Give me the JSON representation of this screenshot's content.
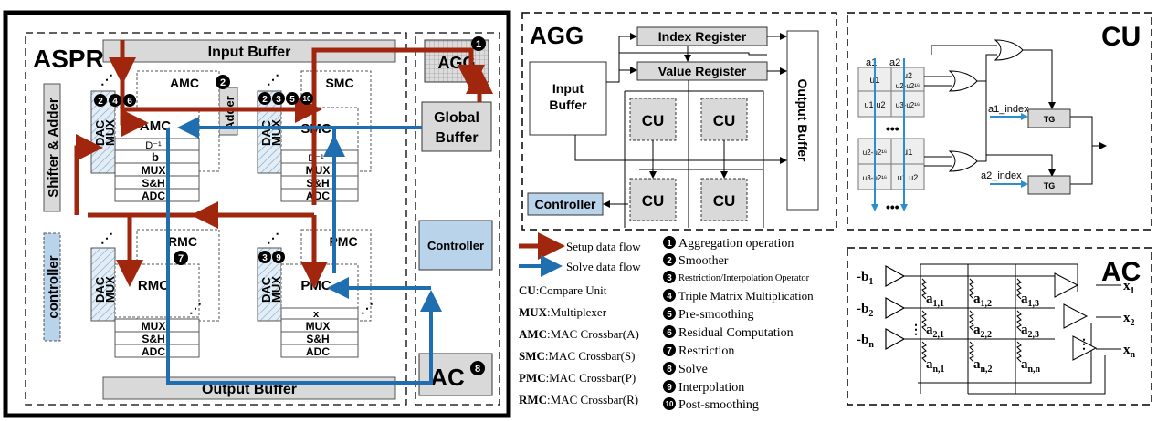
{
  "colors": {
    "setup": "#a0270d",
    "solve": "#1f6fb0",
    "gray_block": "#d9d9d9",
    "blue_block": "#b8d3ea"
  },
  "aspr": {
    "title": "ASPR",
    "input_buffer": "Input Buffer",
    "output_buffer": "Output Buffer",
    "agg": "AGG",
    "global_buffer_1": "Global",
    "global_buffer_2": "Buffer",
    "controller": "Controller",
    "ac": "AC",
    "shifter_adder": "Shifter & Adder",
    "controller_vertical": "controller",
    "adder": "Adder",
    "amc_back": "AMC",
    "amc": "AMC",
    "smc_back": "SMC",
    "smc": "SMC",
    "rmc_back": "RMC",
    "rmc": "RMC",
    "pmc_back": "PMC",
    "pmc": "PMC",
    "dac": "DAC",
    "mux_v": "MUX",
    "d_inv": "D⁻¹",
    "b": "b",
    "x": "x",
    "mux": "MUX",
    "sh": "S&H",
    "adc": "ADC",
    "dots": "⋰",
    "badges": {
      "agg": "1",
      "adder": "2",
      "amc": [
        "2",
        "4",
        "6"
      ],
      "smc": [
        "2",
        "3",
        "5",
        "10"
      ],
      "rmc": "7",
      "pmc": [
        "3",
        "9"
      ],
      "ac": "8"
    }
  },
  "agg": {
    "title": "AGG",
    "index_register": "Index Register",
    "value_register": "Value Register",
    "input_buffer_1": "Input",
    "input_buffer_2": "Buffer",
    "output_buffer": "Output Buffer",
    "cu": "CU",
    "controller": "Controller"
  },
  "cu": {
    "title": "CU",
    "a1": "a1",
    "a2": "a2",
    "u1": "u1",
    "u2": "u2",
    "u2_u2_16": "u2-u2¹⁶",
    "u1_u2": "u1-u2",
    "u3_u2_16": "u3-u2¹⁶",
    "u2_u2_16b": "u2-u2¹⁶",
    "u3_u2_16b": "u3-u2¹⁶",
    "u1_u2_b": "u1 u2",
    "a1_index": "a1_index",
    "a2_index": "a2_index",
    "tg": "TG",
    "dots": "•••"
  },
  "ac": {
    "title": "AC",
    "b1": "-b",
    "b2": "-b",
    "bn": "-b",
    "b1_sub": "1",
    "b2_sub": "2",
    "bn_sub": "n",
    "a11": "a",
    "a11_sub": "1,1",
    "a12": "a",
    "a12_sub": "1,2",
    "a13": "a",
    "a13_sub": "1,3",
    "a21": "a",
    "a21_sub": "2,1",
    "a22": "a",
    "a22_sub": "2,2",
    "a23": "a",
    "a23_sub": "2,3",
    "an1": "a",
    "an1_sub": "n,1",
    "an2": "a",
    "an2_sub": "n,2",
    "ann": "a",
    "ann_sub": "n,n",
    "x1": "x",
    "x1_sub": "1",
    "x2": "x",
    "x2_sub": "2",
    "xn": "x",
    "xn_sub": "n"
  },
  "legend": {
    "setup_flow": "Setup data flow",
    "solve_flow": "Solve data flow",
    "abbr": [
      {
        "key": "CU",
        "text": ":Compare Unit"
      },
      {
        "key": "MUX",
        "text": ":Multiplexer"
      },
      {
        "key": "AMC",
        "text": ":MAC Crossbar(A)"
      },
      {
        "key": "SMC",
        "text": ":MAC Crossbar(S)"
      },
      {
        "key": "PMC",
        "text": ":MAC Crossbar(P)"
      },
      {
        "key": "RMC",
        "text": ":MAC Crossbar(R)"
      }
    ],
    "ops": [
      {
        "num": "1",
        "text": "Aggregation operation"
      },
      {
        "num": "2",
        "text": "Smoother"
      },
      {
        "num": "3",
        "text": "Restriction/Interpolation Operator"
      },
      {
        "num": "4",
        "text": "Triple Matrix Multiplication"
      },
      {
        "num": "5",
        "text": "Pre-smoothing"
      },
      {
        "num": "6",
        "text": "Residual Computation"
      },
      {
        "num": "7",
        "text": "Restriction"
      },
      {
        "num": "8",
        "text": "Solve"
      },
      {
        "num": "9",
        "text": "Interpolation"
      },
      {
        "num": "10",
        "text": "Post-smoothing"
      }
    ]
  }
}
